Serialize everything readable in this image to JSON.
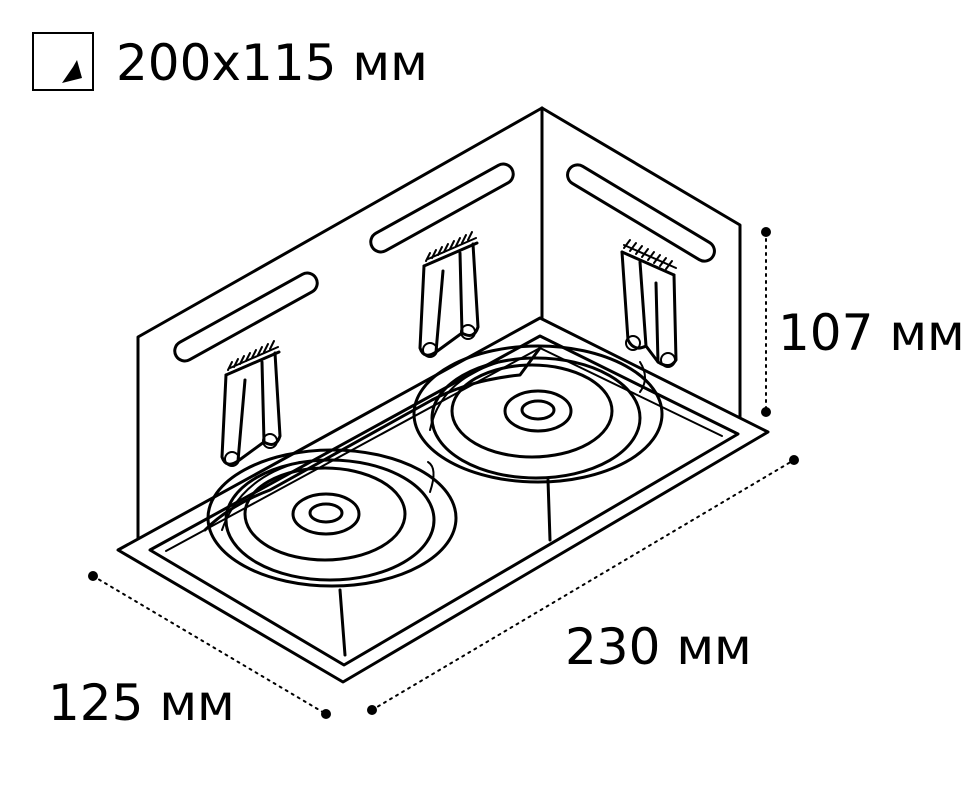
{
  "dimensions": {
    "cutout": "200x115 мм",
    "height": "107 мм",
    "length": "230 мм",
    "width": "125 мм"
  },
  "icons": {
    "cutout": "ceiling-cutout-icon"
  },
  "colors": {
    "line": "#000000",
    "background": "#ffffff"
  }
}
